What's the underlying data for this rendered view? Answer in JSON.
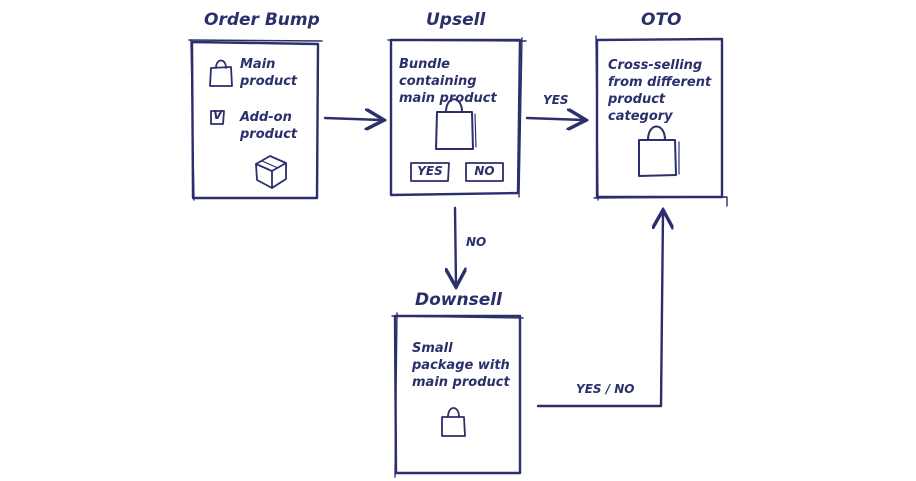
{
  "nodes": {
    "order_bump": {
      "title": "Order Bump",
      "item1": "Main product",
      "item2": "Add-on product",
      "checkbox_mark": "V"
    },
    "upsell": {
      "title": "Upsell",
      "text": "Bundle containing main product",
      "yes_button": "YES",
      "no_button": "NO"
    },
    "oto": {
      "title": "OTO",
      "text": "Cross-selling from different product category"
    },
    "downsell": {
      "title": "Downsell",
      "text": "Small package with main product"
    }
  },
  "edges": {
    "upsell_to_oto": "YES",
    "upsell_to_downsell": "NO",
    "downsell_to_oto": "YES / NO"
  },
  "colors": {
    "ink": "#2b2f6b",
    "background": "#ffffff"
  },
  "icons": [
    "bag-icon",
    "checkbox-icon",
    "box-icon",
    "arrow-icon"
  ]
}
